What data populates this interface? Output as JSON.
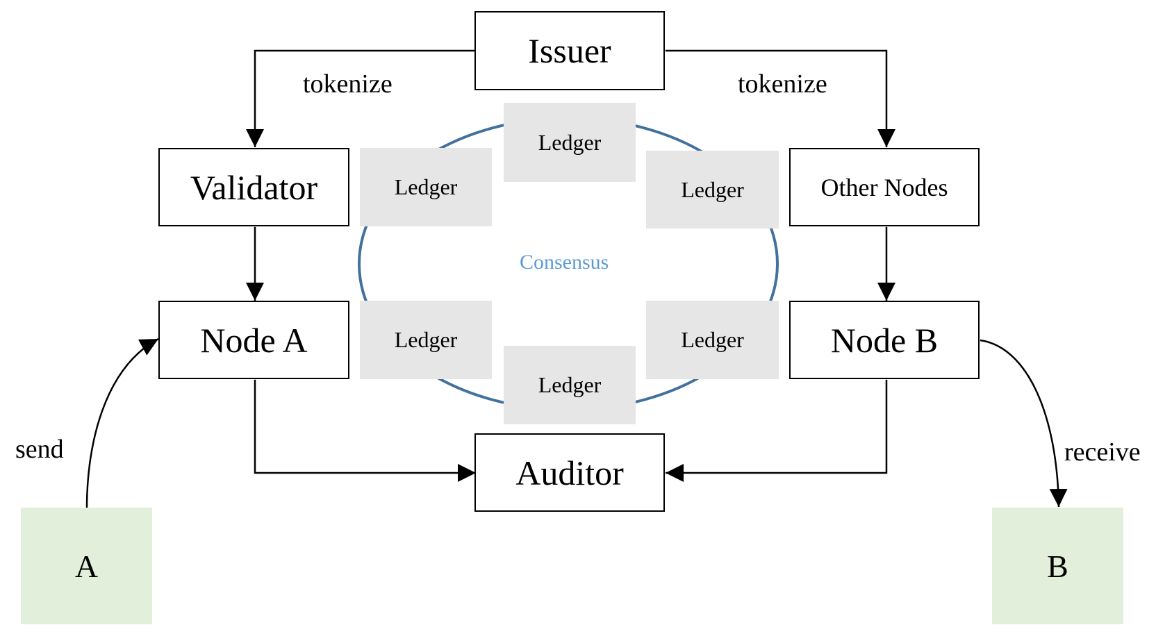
{
  "nodes": {
    "issuer": "Issuer",
    "validator": "Validator",
    "other_nodes": "Other Nodes",
    "node_a": "Node A",
    "node_b": "Node B",
    "auditor": "Auditor"
  },
  "ledgers": [
    "Ledger",
    "Ledger",
    "Ledger",
    "Ledger",
    "Ledger",
    "Ledger"
  ],
  "consensus": {
    "label": "Consensus"
  },
  "edge_labels": {
    "tokenize_left": "tokenize",
    "tokenize_right": "tokenize",
    "send": "send",
    "receive": "receive"
  },
  "endpoints": {
    "a": "A",
    "b": "B"
  },
  "colors": {
    "consensus_ring": "#41719c",
    "consensus_text": "#5b9bd5",
    "ledger_fill": "#e6e6e6",
    "endpoint_fill": "#e2efda",
    "line": "#000000"
  }
}
